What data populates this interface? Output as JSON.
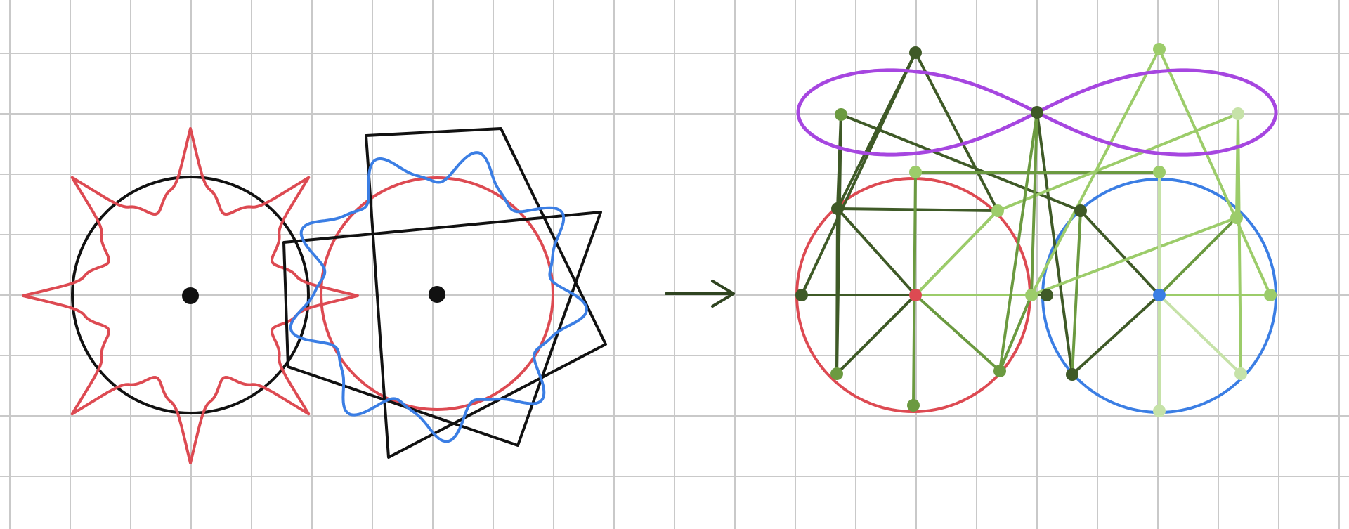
{
  "canvas": {
    "background": "#ffffff",
    "grid_color": "#c9c9c9"
  },
  "colors": {
    "red": "#dd4a52",
    "blue": "#3b7ee4",
    "black": "#111111",
    "purple": "#a646e0",
    "green_dark": "#3f5a27",
    "green_mid": "#6b9a40",
    "green_light": "#9ccc6a",
    "green_pale": "#c6e2a8"
  },
  "figure_left": {
    "red_gear": "red-petal-gear",
    "blue_gear": "blue-wavy-gear",
    "star": "black-octagram-outline"
  },
  "arrow": {
    "direction": "right"
  },
  "figure_right": {
    "red_circle": "red-circle",
    "blue_circle": "blue-circle",
    "figure_eight": "purple-infinity-loop",
    "lattice": "green-line-lattice"
  }
}
